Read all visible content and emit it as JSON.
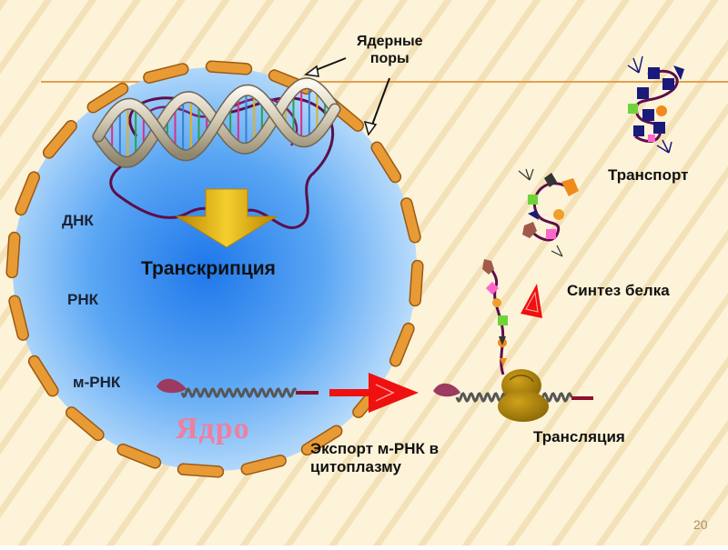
{
  "labels": {
    "nuclear_pores": "Ядерные\nпоры",
    "dna": "ДНК",
    "transcription": "Транскрипция",
    "rna": "РНК",
    "mrna": "м-РНК",
    "nucleus": "Ядро",
    "export": "Экспорт м-РНК в\nцитоплазму",
    "translation": "Трансляция",
    "protein_synthesis": "Синтез белка",
    "transport": "Транспорт"
  },
  "slide_number": "20",
  "colors": {
    "background": "#fdf3d8",
    "background_lines": "#f3e1b8",
    "header_line": "#e2a052",
    "nucleus_center": "#1f78ea",
    "nucleus_edge": "#b9dcfb",
    "pore_fill": "#e89a35",
    "pore_stroke": "#9b5a14",
    "dna_strand": "#d6cdb9",
    "dna_loops": "#5c0f4c",
    "mrna": "#565656",
    "mrna_tail": "#8d0f2c",
    "cap": "#9c3a60",
    "arrow_down": "#d9a400",
    "arrow_export": "#ef1010",
    "ribosome": "#a47d06",
    "nucleus_word": "#ee7fa0"
  }
}
